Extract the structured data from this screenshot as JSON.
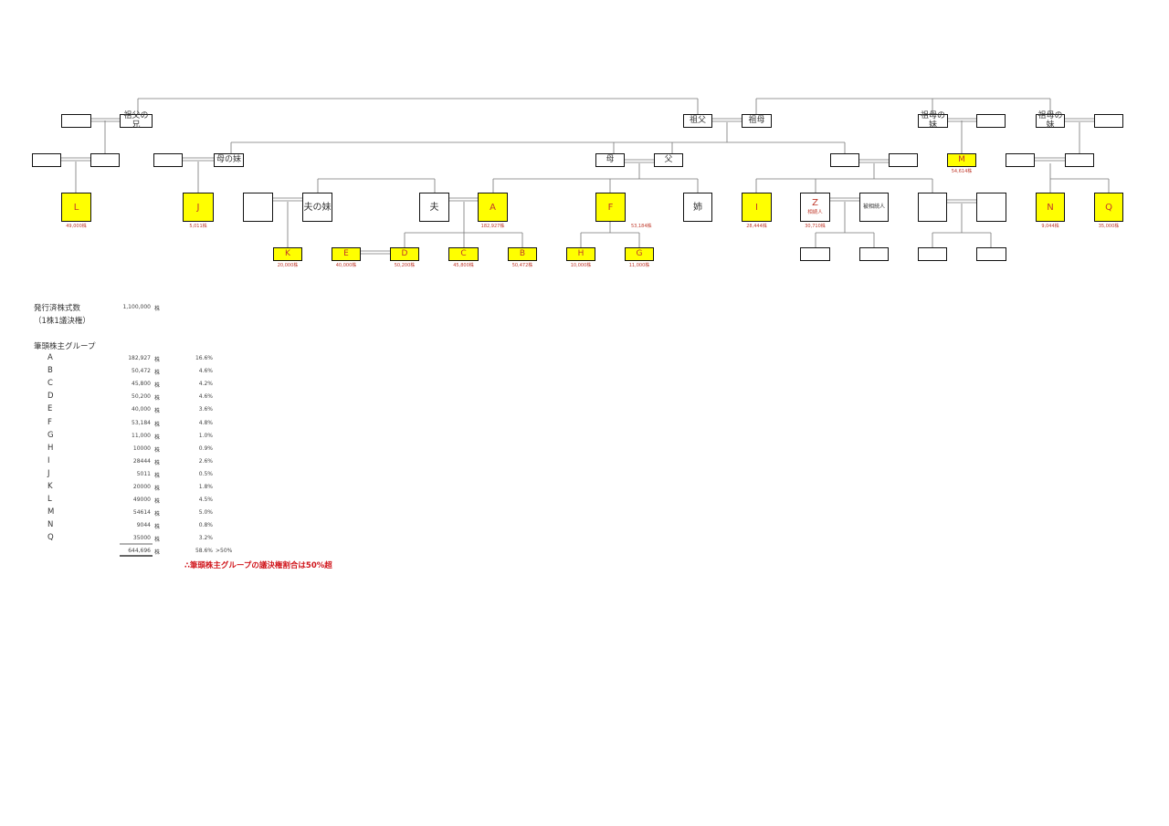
{
  "tree": {
    "nodes": {
      "gf_brother_wife": {
        "label": ""
      },
      "gf_brother": {
        "label": "祖父の兄"
      },
      "grandfather": {
        "label": "祖父"
      },
      "grandmother": {
        "label": "祖母"
      },
      "gm_sister1": {
        "label": "祖母の妹"
      },
      "gm_sister1_spouse": {
        "label": ""
      },
      "gm_sister2": {
        "label": "祖母の妹"
      },
      "gm_sister2_spouse": {
        "label": ""
      },
      "l_parent_a": {
        "label": ""
      },
      "l_parent_b": {
        "label": ""
      },
      "aunt_spouse": {
        "label": ""
      },
      "mothers_sister": {
        "label": "母の妹"
      },
      "mother": {
        "label": "母"
      },
      "father": {
        "label": "父"
      },
      "uncle_a": {
        "label": ""
      },
      "uncle_a_spouse": {
        "label": ""
      },
      "m": {
        "label": "M",
        "share": "54,614株"
      },
      "nq_parent_a": {
        "label": ""
      },
      "nq_parent_b": {
        "label": ""
      },
      "l": {
        "label": "L",
        "share": "49,000株"
      },
      "j": {
        "label": "J",
        "share": "5,011株"
      },
      "husband_sister_spouse": {
        "label": ""
      },
      "husbands_sister": {
        "label": "夫の妹"
      },
      "husband": {
        "label": "夫"
      },
      "a": {
        "label": "A",
        "share": "182,927株"
      },
      "f": {
        "label": "F",
        "share": "53,184株"
      },
      "elder_sister": {
        "label": "姉"
      },
      "i": {
        "label": "I",
        "share": "28,444株"
      },
      "z": {
        "label": "Z",
        "sub": "相続人",
        "share": "30,710株"
      },
      "z_heir": {
        "label": "被相続人"
      },
      "cousin_a": {
        "label": ""
      },
      "cousin_b": {
        "label": ""
      },
      "n": {
        "label": "N",
        "share": "9,044株"
      },
      "q": {
        "label": "Q",
        "share": "35,000株"
      },
      "k": {
        "label": "K",
        "share": "20,000株"
      },
      "e": {
        "label": "E",
        "share": "40,000株"
      },
      "d": {
        "label": "D",
        "share": "50,200株"
      },
      "c": {
        "label": "C",
        "share": "45,800株"
      },
      "b": {
        "label": "B",
        "share": "50,472株"
      },
      "h": {
        "label": "H",
        "share": "10,000株"
      },
      "g": {
        "label": "G",
        "share": "11,000株"
      },
      "z_child_a": {
        "label": ""
      },
      "z_child_b": {
        "label": ""
      },
      "cousin_child_a": {
        "label": ""
      },
      "cousin_child_b": {
        "label": ""
      }
    }
  },
  "summary": {
    "issued_label": "発行済株式数",
    "issued_value": "1,100,000",
    "unit": "株",
    "issued_note": "（1株1議決権）",
    "group_label": "筆頭株主グループ",
    "rows": [
      {
        "name": "A",
        "shares": "182,927",
        "unit": "株",
        "pct": "16.6%"
      },
      {
        "name": "B",
        "shares": "50,472",
        "unit": "株",
        "pct": "4.6%"
      },
      {
        "name": "C",
        "shares": "45,800",
        "unit": "株",
        "pct": "4.2%"
      },
      {
        "name": "D",
        "shares": "50,200",
        "unit": "株",
        "pct": "4.6%"
      },
      {
        "name": "E",
        "shares": "40,000",
        "unit": "株",
        "pct": "3.6%"
      },
      {
        "name": "F",
        "shares": "53,184",
        "unit": "株",
        "pct": "4.8%"
      },
      {
        "name": "G",
        "shares": "11,000",
        "unit": "株",
        "pct": "1.0%"
      },
      {
        "name": "H",
        "shares": "10000",
        "unit": "株",
        "pct": "0.9%"
      },
      {
        "name": "I",
        "shares": "28444",
        "unit": "株",
        "pct": "2.6%"
      },
      {
        "name": "J",
        "shares": "5011",
        "unit": "株",
        "pct": "0.5%"
      },
      {
        "name": "K",
        "shares": "20000",
        "unit": "株",
        "pct": "1.8%"
      },
      {
        "name": "L",
        "shares": "49000",
        "unit": "株",
        "pct": "4.5%"
      },
      {
        "name": "M",
        "shares": "54614",
        "unit": "株",
        "pct": "5.0%"
      },
      {
        "name": "N",
        "shares": "9044",
        "unit": "株",
        "pct": "0.8%"
      },
      {
        "name": "Q",
        "shares": "35000",
        "unit": "株",
        "pct": "3.2%"
      }
    ],
    "total": {
      "shares": "644,696",
      "unit": "株",
      "pct": "58.6%",
      "note": ">50%"
    },
    "conclusion": "∴筆頭株主グループの議決権割合は50%超"
  },
  "colors": {
    "highlight": "#ffff00",
    "share_text": "#c0392b",
    "conclusion": "#d0141a"
  }
}
